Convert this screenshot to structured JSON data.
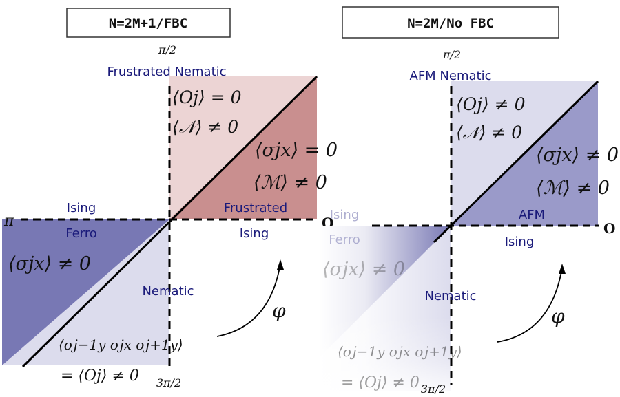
{
  "left": {
    "title": "N=2M+1/FBC",
    "angle_top": "π/2",
    "angle_left": "π",
    "angle_right": "O",
    "angle_bottom": "3π/2",
    "phase_top": "Frustrated Nematic",
    "phase_left_line1": "Ising",
    "phase_left_line2": "Ferro",
    "phase_right_line1": "Frustrated",
    "phase_right_line2": "Ising",
    "phase_bottom": "Nematic",
    "eq_top_1": "⟨Oj⟩ = 0",
    "eq_top_2": "⟨𝒩⟩ ≠ 0",
    "eq_right_1": "⟨σjx⟩ = 0",
    "eq_right_2": "⟨ℳ⟩ ≠ 0",
    "eq_left": "⟨σjx⟩ ≠ 0",
    "eq_bottom_1": "⟨σj−1y σjx σj+1y⟩",
    "eq_bottom_2": "= ⟨Oj⟩ ≠ 0",
    "phi": "φ"
  },
  "right": {
    "title": "N=2M/No FBC",
    "angle_top": "π/2",
    "angle_right": "O",
    "angle_bottom": "3π/2",
    "phase_top": "AFM Nematic",
    "phase_left_line1": "Ising",
    "phase_left_line2": "Ferro",
    "phase_right_line1": "AFM",
    "phase_right_line2": "Ising",
    "phase_bottom": "Nematic",
    "eq_top_1": "⟨Oj⟩ ≠ 0",
    "eq_top_2": "⟨𝒩⟩ ≠ 0",
    "eq_right_1": "⟨σjx⟩ ≠ 0",
    "eq_right_2": "⟨ℳ⟩ ≠ 0",
    "eq_left": "⟨σjx⟩ ≠ 0",
    "eq_bottom_1": "⟨σj−1y σjx σj+1y⟩",
    "eq_bottom_2": "= ⟨Oj⟩ ≠ 0",
    "phi": "φ"
  },
  "colors": {
    "rose_light": "#ecd4d4",
    "rose_dark": "#c98f8f",
    "blue_light": "#dcdced",
    "blue_dark": "#9a9ac9",
    "blue_deep": "#7878b4",
    "phase_text": "#1a1a7a"
  }
}
